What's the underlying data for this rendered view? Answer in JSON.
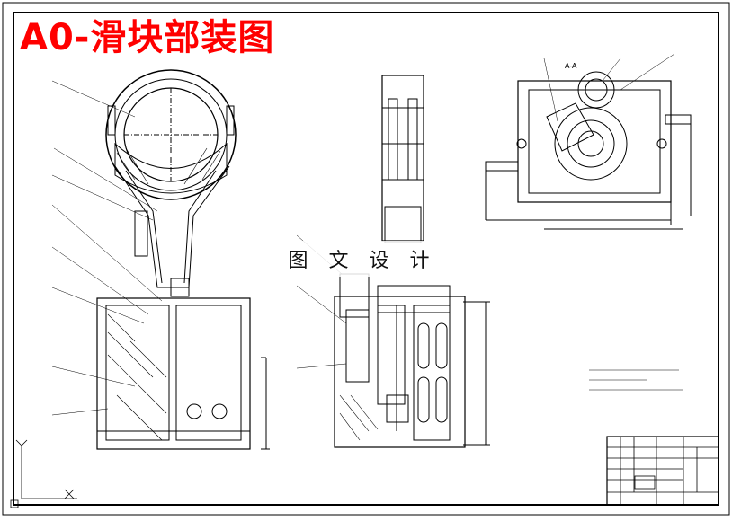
{
  "title": "A0-滑块部装图",
  "watermark": "图 文 设 计",
  "section_label": "A-A",
  "colors": {
    "title": "#ff0000",
    "line": "#000000",
    "paper": "#ffffff"
  }
}
